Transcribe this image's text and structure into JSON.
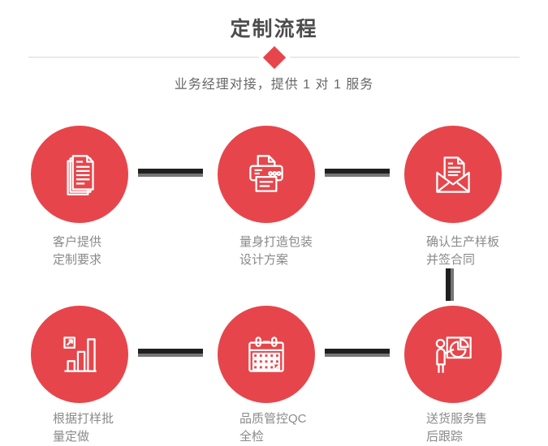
{
  "header": {
    "title": "定制流程",
    "subtitle": "业务经理对接，提供 1 对 1 服务"
  },
  "colors": {
    "accent_red": "#e6464b",
    "title_gray": "#4d4d4d",
    "subtitle_gray": "#666666",
    "label_gray": "#8a8a8a",
    "connector_dark": "#1f1f1f",
    "connector_gray": "#757575",
    "divider_gray": "#d8d8d8"
  },
  "steps": [
    {
      "icon": "documents-icon",
      "label_line1": "客户提供",
      "label_line2": "定制要求"
    },
    {
      "icon": "printer-icon",
      "label_line1": "量身打造包装",
      "label_line2": "设计方案"
    },
    {
      "icon": "open-envelope-icon",
      "label_line1": "确认生产样板",
      "label_line2": "并签合同"
    },
    {
      "icon": "bar-chart-icon",
      "label_line1": "根据打样批",
      "label_line2": "量定做"
    },
    {
      "icon": "calendar-icon",
      "label_line1": "品质管控QC",
      "label_line2": "全检"
    },
    {
      "icon": "presentation-icon",
      "label_line1": "送货服务售",
      "label_line2": "后跟踪"
    }
  ]
}
